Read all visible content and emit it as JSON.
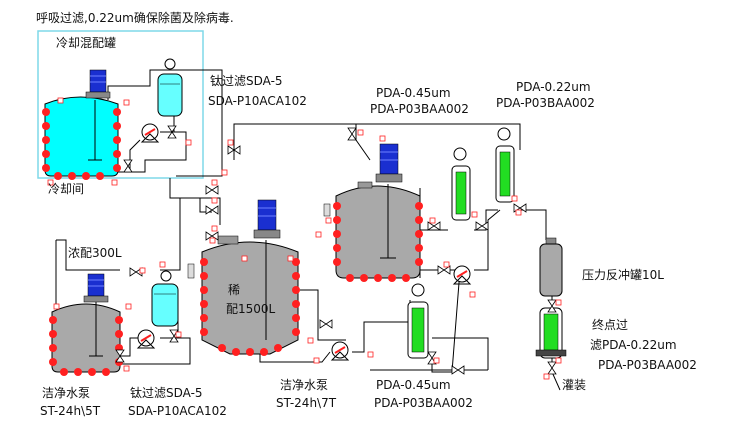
{
  "note": "呼吸过滤,0.22um确保除菌及除病毒.",
  "labels": {
    "cooling_mix_tank": "冷却混配罐",
    "cooling_room": "冷却间",
    "ti_filter_top_name": "钛过滤SDA-5",
    "ti_filter_top_model": "SDA-P10ACA102",
    "pda045_top_name": "PDA-0.45um",
    "pda045_top_model": "PDA-P03BAA002",
    "pda022_top_name": "PDA-0.22um",
    "pda022_top_model": "PDA-P03BAA002",
    "concentrate_300l": "浓配300L",
    "dilute_1": "稀",
    "dilute_2": "配1500L",
    "pressure_backflush": "压力反冲罐10L",
    "final_filter_1": "终点过",
    "final_filter_2": "滤PDA-0.22um",
    "final_filter_model": "PDA-P03BAA002",
    "clean_pump_left_name": "洁净水泵",
    "clean_pump_left_model": "ST-24h\\5T",
    "ti_filter_bottom_name": "钛过滤SDA-5",
    "ti_filter_bottom_model": "SDA-P10ACA102",
    "clean_pump_mid_name": "洁净水泵",
    "clean_pump_mid_model": "ST-24h\\7T",
    "pda045_bottom_name": "PDA-0.45um",
    "pda045_bottom_model": "PDA-P03BAA002",
    "filling": "灌装"
  },
  "colors": {
    "pipe": "#000000",
    "tank_water": "#00ffff",
    "tank_gray": "#a9a9a9",
    "heater": "#ff2020",
    "motor": "#1a2fd0",
    "filter_green": "#22dd22",
    "filter_cyan": "#66ffff",
    "frame": "#7fd8e8"
  }
}
